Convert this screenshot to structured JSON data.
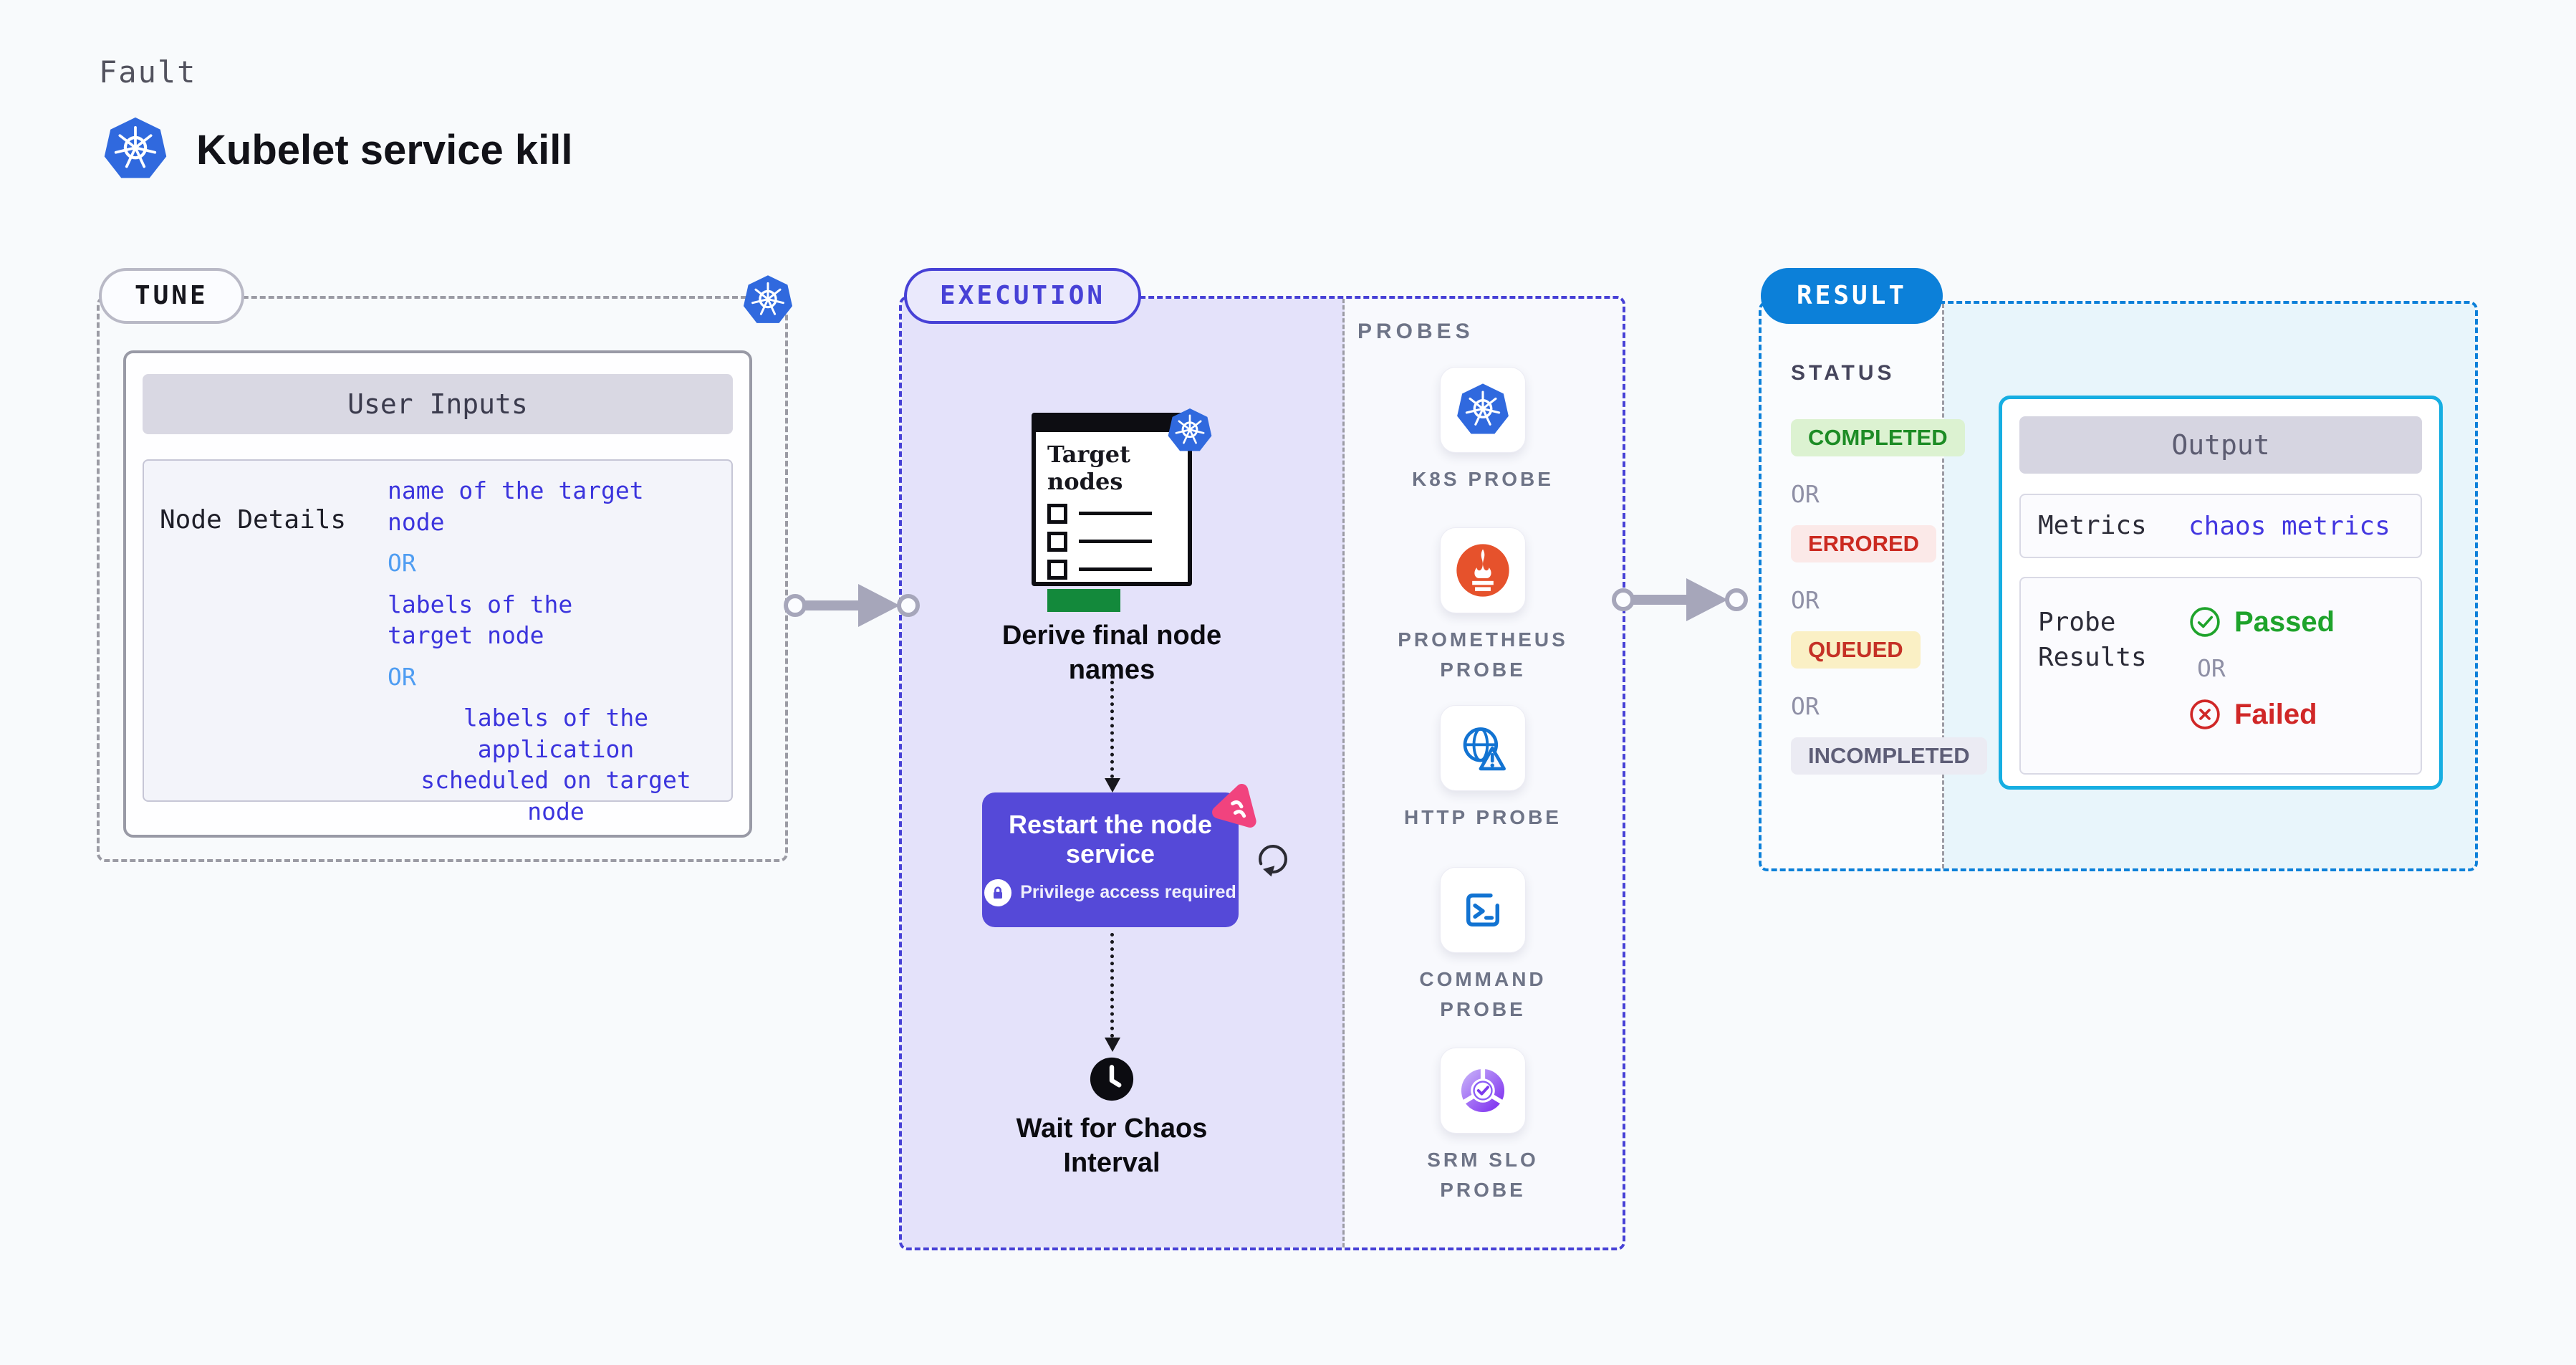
{
  "header": {
    "category": "Fault",
    "title": "Kubelet service kill"
  },
  "tune": {
    "badge": "TUNE",
    "panel_title": "User Inputs",
    "row_label": "Node Details",
    "value_1": "name of the target\nnode",
    "or_1": "OR",
    "value_2": "labels of the\ntarget node",
    "or_2": "OR",
    "value_3": "labels of the application\nscheduled on target node"
  },
  "execution": {
    "badge": "EXECUTION",
    "target_card_title": "Target\nnodes",
    "step_derive": "Derive final node\nnames",
    "step_restart": "Restart the node\nservice",
    "privilege_note": "Privilege access required",
    "step_wait": "Wait for Chaos\nInterval"
  },
  "probes": {
    "heading": "PROBES",
    "items": [
      {
        "label": "K8S PROBE",
        "icon": "k8s-icon"
      },
      {
        "label": "PROMETHEUS\nPROBE",
        "icon": "prometheus-icon"
      },
      {
        "label": "HTTP PROBE",
        "icon": "http-globe-warning-icon"
      },
      {
        "label": "COMMAND\nPROBE",
        "icon": "terminal-icon"
      },
      {
        "label": "SRM SLO\nPROBE",
        "icon": "slo-donut-check-icon"
      }
    ]
  },
  "result": {
    "badge": "RESULT",
    "status_heading": "STATUS",
    "or": "OR",
    "statuses": [
      {
        "label": "COMPLETED",
        "tone": "green"
      },
      {
        "label": "ERRORED",
        "tone": "red"
      },
      {
        "label": "QUEUED",
        "tone": "yellow"
      },
      {
        "label": "INCOMPLETED",
        "tone": "gray"
      }
    ],
    "output": {
      "title": "Output",
      "metrics_label": "Metrics",
      "metrics_value": "chaos metrics",
      "probe_results_label": "Probe\nResults",
      "passed": "Passed",
      "failed": "Failed"
    }
  },
  "colors": {
    "page-bg": "#f8fafc",
    "accent-indigo": "#4741d6",
    "accent-blue": "#0c80d9",
    "accent-cyan": "#16aee2",
    "purple-node": "#5549d8",
    "pink-chaos": "#f1437e",
    "k8s-blue": "#3069de",
    "prometheus-orange": "#e6522c",
    "probe-blue": "#1273d2",
    "srm-purple": "#7c3aed",
    "value-indigo": "#3b34dd",
    "or-blue": "#4f9df2",
    "arrow-gray": "#a6a6ba",
    "green-pass": "#1ea32b",
    "red-fail": "#d02727",
    "badge-green-bg": "#dcf2d1",
    "badge-green-text": "#1d8c25",
    "badge-red-bg": "#fbe9e8",
    "badge-red-text": "#cb2a21",
    "badge-yellow-bg": "#faf0c5",
    "badge-yellow-text": "#c53126",
    "badge-gray-bg": "#ebebf3",
    "badge-gray-text": "#5d5d76"
  }
}
